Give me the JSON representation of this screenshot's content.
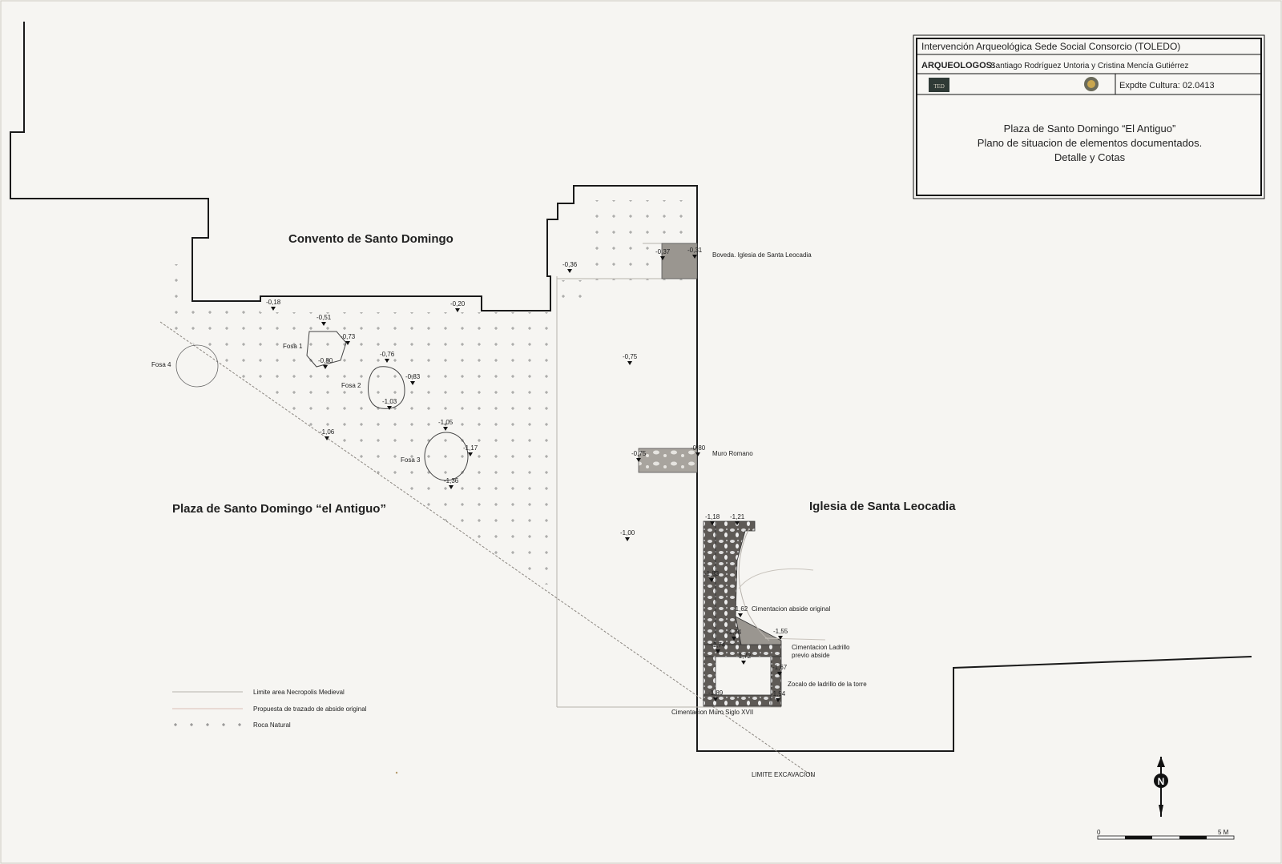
{
  "title_block": {
    "project": "Intervención Arqueológica Sede Social Consorcio (TOLEDO)",
    "archaeologists_label": "ARQUEOLOGOS:",
    "archaeologists": "Santiago Rodríguez Untoria y Cristina Mencía Gutiérrez",
    "logo1_text": "TED",
    "expediente": "Expdte Cultura: 02.0413",
    "plan_title_1": "Plaza de Santo Domingo “El Antiguo”",
    "plan_title_2": "Plano de situacion de elementos documentados.",
    "plan_title_3": "Detalle y Cotas"
  },
  "area_labels": {
    "convento": "Convento de Santo Domingo",
    "plaza": "Plaza de Santo Domingo “el Antiguo”",
    "iglesia": "Iglesia de Santa Leocadia"
  },
  "features": {
    "fosa1": "Fosa 1",
    "fosa2": "Fosa 2",
    "fosa3": "Fosa 3",
    "fosa4": "Fosa 4",
    "boveda": "Boveda. Iglesia de Santa Leocadia",
    "muro_romano": "Muro Romano",
    "cim_abside": "Cimentacion abside original",
    "cim_ladrillo_1": "Cimentacion Ladrillo",
    "cim_ladrillo_2": "previo abside",
    "zocalo": "Zocalo de ladrillo de la torre",
    "cim_muro": "Cimentacion Muro Siglo XVII",
    "limite": "LIMITE EXCAVACION"
  },
  "cotas": [
    {
      "id": "c1",
      "text": "-0,18"
    },
    {
      "id": "c2",
      "text": "-0,20"
    },
    {
      "id": "c3",
      "text": "-0,51"
    },
    {
      "id": "c4",
      "text": "-0,73"
    },
    {
      "id": "c5",
      "text": "-0,80"
    },
    {
      "id": "c6",
      "text": "-0,76"
    },
    {
      "id": "c7",
      "text": "-0,83"
    },
    {
      "id": "c8",
      "text": "-1,03"
    },
    {
      "id": "c9",
      "text": "-1,05"
    },
    {
      "id": "c10",
      "text": "-1,17"
    },
    {
      "id": "c11",
      "text": "-1,36"
    },
    {
      "id": "c12",
      "text": "-1,06"
    },
    {
      "id": "c13",
      "text": "-0,36"
    },
    {
      "id": "c14",
      "text": "-0,37"
    },
    {
      "id": "c15",
      "text": "-0,31"
    },
    {
      "id": "c16",
      "text": "-0,75"
    },
    {
      "id": "c17",
      "text": "-0,75"
    },
    {
      "id": "c18",
      "text": "-0,80"
    },
    {
      "id": "c19",
      "text": "-1,00"
    },
    {
      "id": "c20",
      "text": "-1,18"
    },
    {
      "id": "c21",
      "text": "-1,21"
    },
    {
      "id": "c22",
      "text": "-1,83"
    },
    {
      "id": "c23",
      "text": "-1,62"
    },
    {
      "id": "c24",
      "text": "-1,74"
    },
    {
      "id": "c25",
      "text": "-1,55"
    },
    {
      "id": "c26",
      "text": "-1,72"
    },
    {
      "id": "c27",
      "text": "-1,67"
    },
    {
      "id": "c28",
      "text": "-1,74"
    },
    {
      "id": "c29",
      "text": "-1,89"
    },
    {
      "id": "c30",
      "text": "-1,94"
    }
  ],
  "legend": {
    "item1": "Limite area Necropolis Medieval",
    "item2": "Propuesta de trazado de abside original",
    "item3": "Roca Natural"
  },
  "north": "N",
  "scale": {
    "start": "0",
    "end": "5 M"
  },
  "colors": {
    "paper": "#f6f5f2",
    "line": "#1a1a1a",
    "fill_gray": "#9a9690",
    "fill_dark": "#5a5652",
    "faint": "#b7b2ac"
  }
}
